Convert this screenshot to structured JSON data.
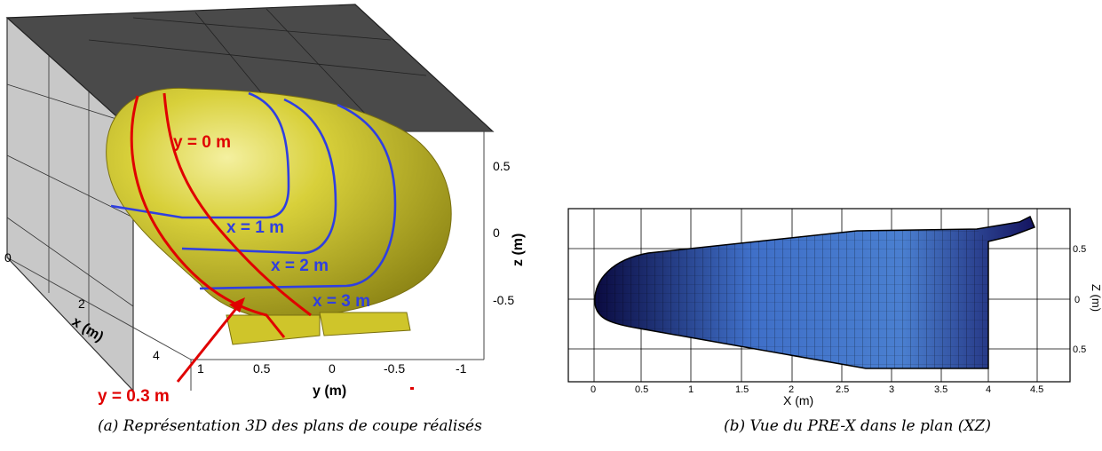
{
  "figure_a": {
    "annotations": {
      "y0": "y = 0 m",
      "y03": "y = 0.3 m",
      "x1": "x = 1 m",
      "x2": "x = 2 m",
      "x3": "x = 3 m"
    },
    "x_axis": {
      "label": "x (m)",
      "ticks": [
        "0",
        "2",
        "4"
      ]
    },
    "y_axis": {
      "label": "y (m)",
      "ticks": [
        "1",
        "0.5",
        "0",
        "-0.5",
        "-1"
      ]
    },
    "z_axis": {
      "label": "z (m)",
      "ticks": [
        "0.5",
        "0",
        "-0.5"
      ]
    },
    "colors": {
      "body": "#c9c22e",
      "wall_left": "#c8c8c8",
      "wall_top": "#4a4a4a",
      "cut_y": "#e00000",
      "cut_x": "#2f3fe0"
    },
    "caption": "(a) Représentation 3D des plans de coupe réalisés"
  },
  "figure_b": {
    "x_axis": {
      "label": "X (m)",
      "ticks": [
        "0",
        "0.5",
        "1",
        "1.5",
        "2",
        "2.5",
        "3",
        "3.5",
        "4",
        "4.5"
      ]
    },
    "z_axis": {
      "label": "Z (m)",
      "ticks": [
        "0.5",
        "0",
        "0.5"
      ]
    },
    "colors": {
      "body_light": "#5aa6e8",
      "body_dark": "#1a1570",
      "mesh": "#000000"
    },
    "caption": "(b) Vue du PRE-X dans le plan (XZ)"
  }
}
